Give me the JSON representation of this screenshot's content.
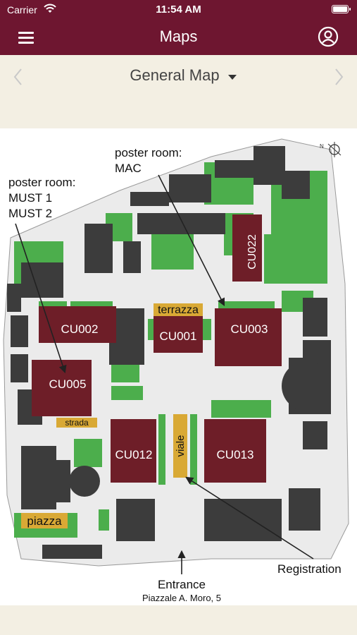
{
  "status_bar": {
    "carrier": "Carrier",
    "time": "11:54 AM"
  },
  "nav": {
    "title": "Maps",
    "menu_icon": "hamburger-menu-icon",
    "profile_icon": "user-circle-icon"
  },
  "map_selector": {
    "selected": "General Map",
    "prev_icon": "chevron-left-icon",
    "next_icon": "chevron-right-icon"
  },
  "map": {
    "labels": {
      "poster_mac": [
        "poster room:",
        "MAC"
      ],
      "poster_must": [
        "poster room:",
        "MUST 1",
        "MUST 2"
      ],
      "registration": "Registration",
      "entrance": "Entrance",
      "address": "Piazzale A. Moro, 5",
      "terrazza": "terrazza",
      "strada": "strada",
      "viale": "viale",
      "piazza": "piazza",
      "compass": "N"
    },
    "buildings": [
      "CU002",
      "CU001",
      "CU003",
      "CU005",
      "CU012",
      "CU013",
      "CU022"
    ],
    "colors": {
      "header": "#6e1630",
      "building_highlight": "#6e1e28",
      "building": "#3c3c3c",
      "green": "#4cae4c",
      "area_label": "#d9a935",
      "background": "#f3efe3"
    }
  }
}
